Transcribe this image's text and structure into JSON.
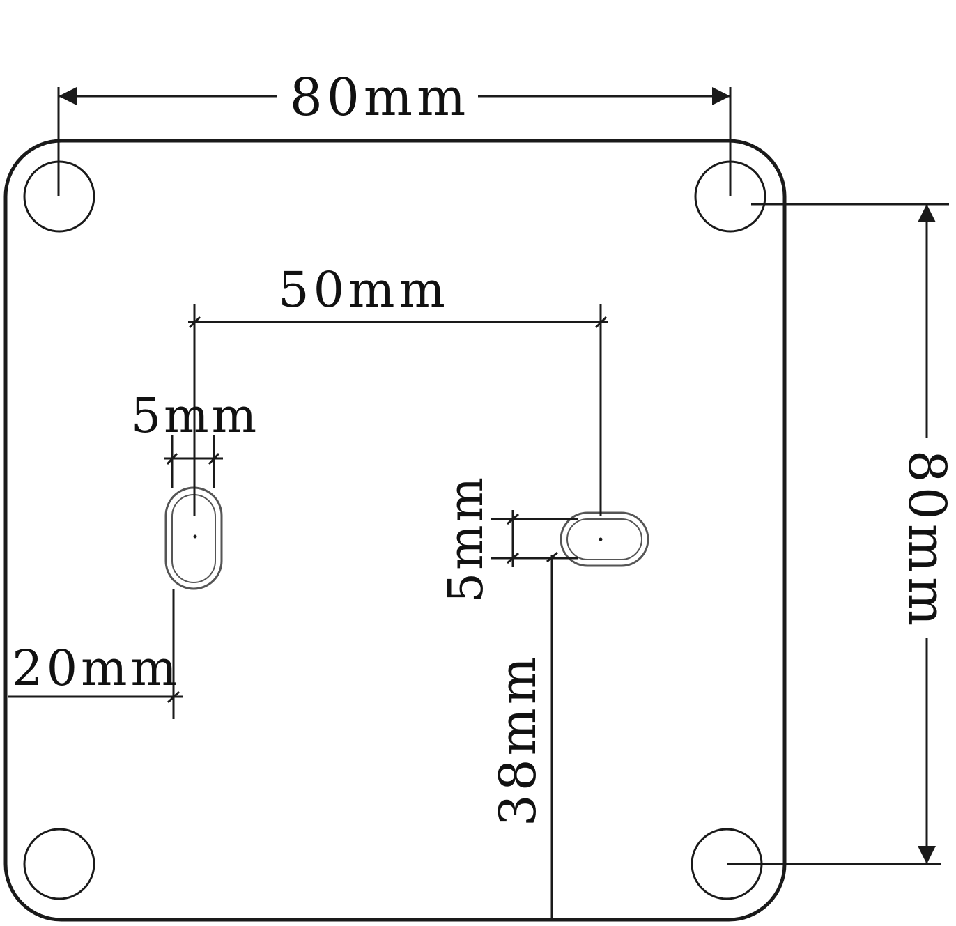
{
  "colors": {
    "line": "#1a1a1a",
    "slot": "#555555",
    "background": "#ffffff"
  },
  "plate": {
    "shape": "rounded-square"
  },
  "dimensions": {
    "top_width": "80mm",
    "right_height": "80mm",
    "slot_spacing": "50mm",
    "slot_width_left": "5mm",
    "slot_width_right": "5mm",
    "left_offset": "20mm",
    "bottom_offset": "38mm"
  }
}
